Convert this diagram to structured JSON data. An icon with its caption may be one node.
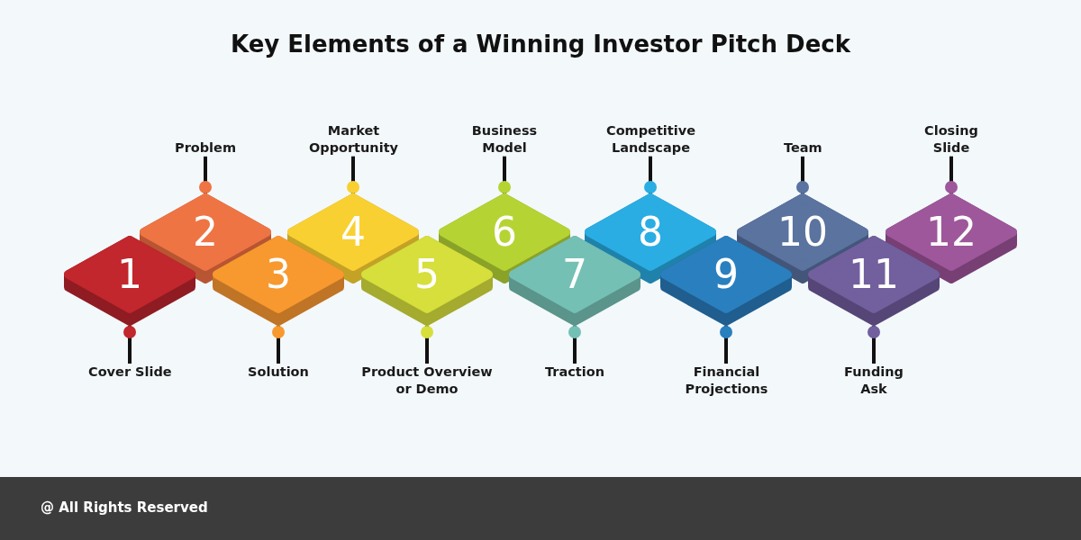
{
  "diagram": {
    "title": "Key Elements of a Winning Investor Pitch Deck",
    "nodes": [
      {
        "text": [
          "1"
        ]
      },
      {
        "text": [
          "Cover Slide"
        ]
      },
      {
        "text": [
          "2"
        ]
      },
      {
        "text": [
          "Problem"
        ]
      },
      {
        "text": [
          "3"
        ]
      },
      {
        "text": [
          "Solution"
        ]
      },
      {
        "text": [
          "4"
        ]
      },
      {
        "text": [
          "Market Opportunity"
        ]
      },
      {
        "text": [
          "5"
        ]
      },
      {
        "text": [
          "Product Overview or Demo"
        ]
      },
      {
        "text": [
          "6"
        ]
      },
      {
        "text": [
          "Business Model"
        ]
      },
      {
        "text": [
          "7"
        ]
      },
      {
        "text": [
          "Traction"
        ]
      },
      {
        "text": [
          "8"
        ]
      },
      {
        "text": [
          "Competitive Landscape"
        ]
      },
      {
        "text": [
          "9"
        ]
      },
      {
        "text": [
          "Financial Projections"
        ]
      },
      {
        "text": [
          "10"
        ]
      },
      {
        "text": [
          "Team"
        ]
      },
      {
        "text": [
          "11"
        ]
      },
      {
        "text": [
          "Funding Ask"
        ]
      },
      {
        "text": [
          "12"
        ]
      },
      {
        "text": [
          "Closing Slide"
        ]
      }
    ],
    "edges": [
      {
        "from": 1,
        "to": 0,
        "arrow": "other"
      },
      {
        "from": 3,
        "to": 2,
        "arrow": "other"
      },
      {
        "from": 5,
        "to": 4,
        "arrow": "other"
      },
      {
        "from": 7,
        "to": 6,
        "arrow": "other"
      },
      {
        "from": 9,
        "to": 8,
        "arrow": "other"
      },
      {
        "from": 11,
        "to": 10,
        "arrow": "other"
      },
      {
        "from": 13,
        "to": 12,
        "arrow": "other"
      },
      {
        "from": 15,
        "to": 14,
        "arrow": "other"
      },
      {
        "from": 17,
        "to": 16,
        "arrow": "other"
      },
      {
        "from": 19,
        "to": 18,
        "arrow": "other"
      },
      {
        "from": 21,
        "to": 20,
        "arrow": "other"
      },
      {
        "from": 23,
        "to": 22,
        "arrow": "other"
      }
    ],
    "labels": [
      "@ All Rights Reserved"
    ]
  }
}
